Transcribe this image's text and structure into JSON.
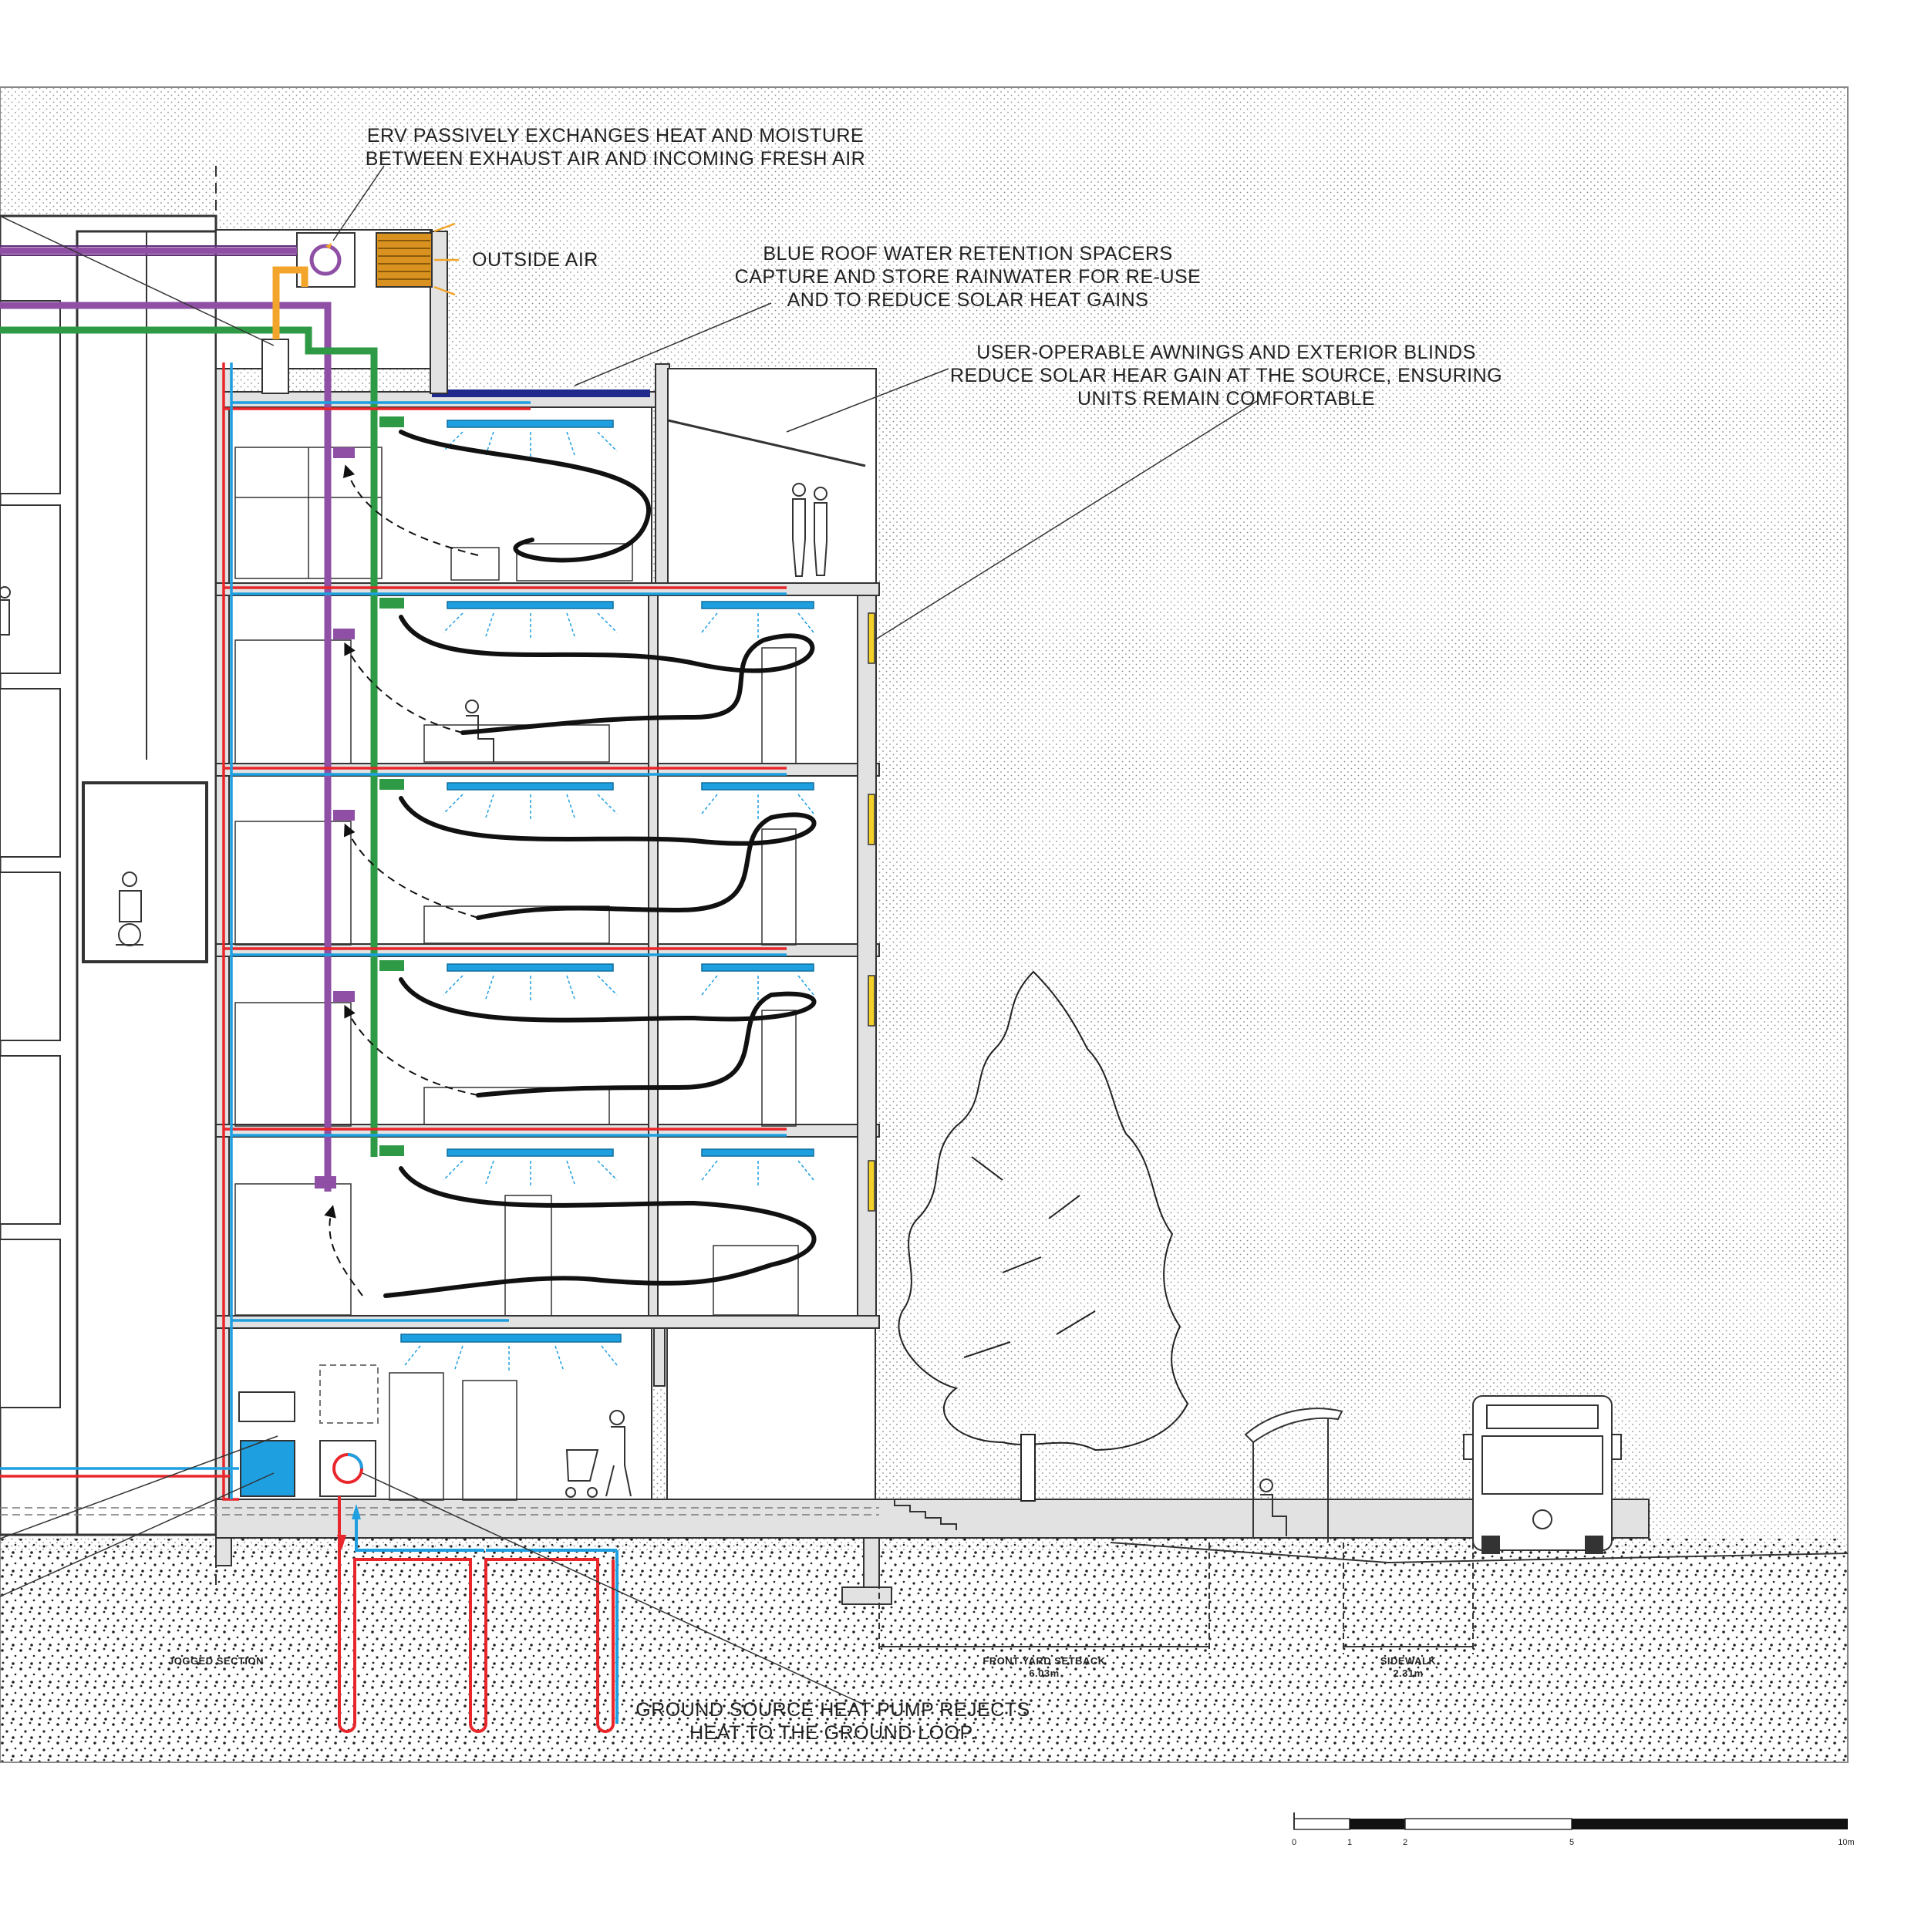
{
  "annotations": {
    "erv": {
      "line1": "ERV PASSIVELY EXCHANGES HEAT AND MOISTURE",
      "line2": "BETWEEN EXHAUST AIR AND INCOMING FRESH AIR"
    },
    "outside_air": "OUTSIDE AIR",
    "blue_roof": {
      "line1": "BLUE ROOF WATER RETENTION SPACERS",
      "line2": "CAPTURE AND STORE RAINWATER FOR RE-USE",
      "line3": "AND TO REDUCE SOLAR HEAT GAINS"
    },
    "awnings": {
      "line1": "USER-OPERABLE AWNINGS AND EXTERIOR BLINDS",
      "line2": "REDUCE SOLAR HEAR GAIN AT THE SOURCE, ENSURING",
      "line3": "UNITS REMAIN COMFORTABLE"
    },
    "heat_pump": {
      "line1": "GROUND SOURCE HEAT PUMP REJECTS",
      "line2": "HEAT TO THE GROUND LOOP."
    }
  },
  "dimensions": {
    "jogged_section": "JOGGED SECTION",
    "front_yard": {
      "label": "FRONT YARD SETBACK",
      "value": "6.03m"
    },
    "sidewalk": {
      "label": "SIDEWALK",
      "value": "2.31m"
    }
  },
  "scale_bar": {
    "ticks": [
      "0",
      "1",
      "2",
      "5",
      "10m"
    ]
  },
  "colors": {
    "exhaust_duct": "#8e4fa5",
    "supply_duct": "#2f9a45",
    "hot_pipe": "#e8262b",
    "cold_pipe": "#1e9fe0",
    "intake_duct": "#f2a52a",
    "blue_roof": "#1f2a8c",
    "blinds": "#f5d22a",
    "airflow": "#111111"
  }
}
